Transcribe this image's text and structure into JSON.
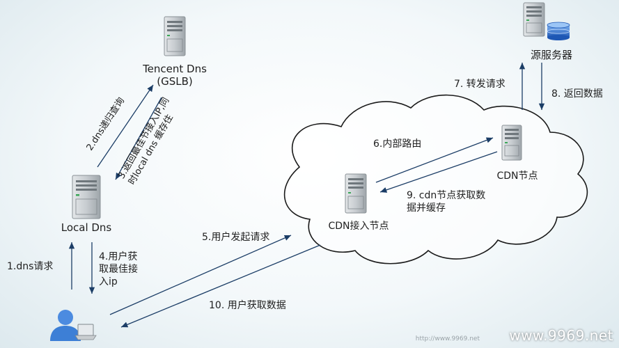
{
  "nodes": {
    "tencent_dns": {
      "line1": "Tencent Dns",
      "line2": "(GSLB)"
    },
    "local_dns": "Local Dns",
    "origin": "源服务器",
    "cdn_node": "CDN节点",
    "cdn_access": "CDN接入节点"
  },
  "steps": {
    "s1": "1.dns请求",
    "s2": "2.dns递归查询",
    "s3_line1": "3.返回最佳节接入IP,同",
    "s3_line2": "时local dns 缓存住",
    "s4_line1": "4.用户获",
    "s4_line2": "取最佳接",
    "s4_line3": "入ip",
    "s5": "5.用户发起请求",
    "s6": "6.内部路由",
    "s7": "7. 转发请求",
    "s8": "8. 返回数据",
    "s9_line1": "9. cdn节点获取数",
    "s9_line2": "据并缓存",
    "s10": "10. 用户获取数据"
  },
  "watermark": "www.9969.net",
  "watermark_small": "http://www.9969.net",
  "colors": {
    "arrow": "#1b3d66",
    "cloud_stroke": "#1a1a1a",
    "server_body": "#c9cdd0",
    "server_green": "#3aa657",
    "disk": "#2a6fd1",
    "user": "#3d7fd6"
  }
}
